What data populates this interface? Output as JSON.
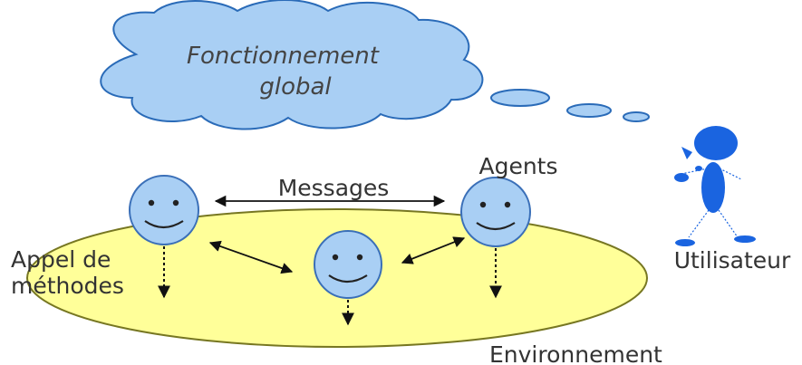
{
  "cloud_text": {
    "line1": "Fonctionnement",
    "line2": "global"
  },
  "labels": {
    "messages": "Messages",
    "agents": "Agents",
    "method_call_line1": "Appel de",
    "method_call_line2": "méthodes",
    "user": "Utilisateur",
    "environment": "Environnement"
  },
  "colors": {
    "cloud_fill": "#a9cff4",
    "cloud_stroke": "#2a6bb8",
    "agent_fill": "#a9cff4",
    "agent_stroke": "#3a6fb8",
    "environment_fill": "#ffff99",
    "environment_stroke": "#777722",
    "user_fill": "#1a64e0",
    "arrow": "#111111",
    "text": "#333333"
  },
  "icons": {
    "agent": "smiley-face-icon",
    "user": "stick-figure-icon"
  }
}
